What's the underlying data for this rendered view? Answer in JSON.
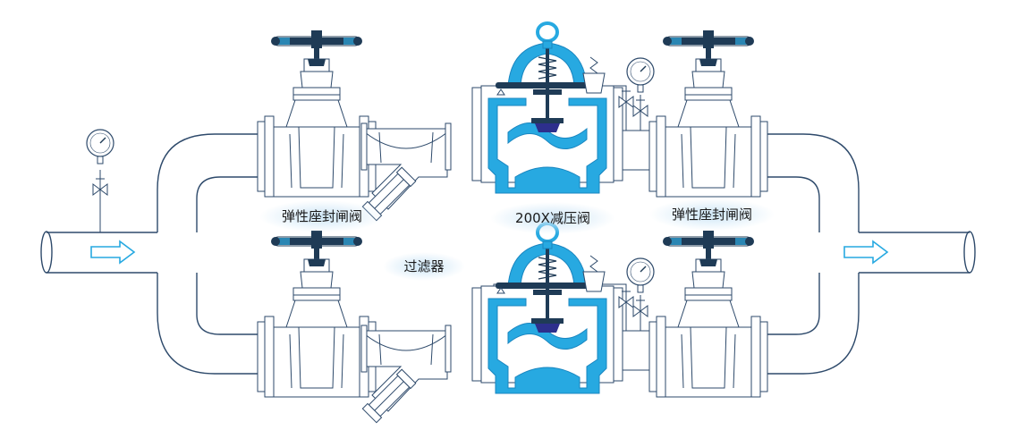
{
  "labels": {
    "gate_valve_left": "弹性座封闸阀",
    "pressure_reducing_valve": "200X减压阀",
    "gate_valve_right": "弹性座封闸阀",
    "strainer": "过滤器"
  },
  "colors": {
    "pipe_outline": "#2e4a6b",
    "valve_body_blue": "#27a9e1",
    "flow_arrow_inlet": "#27a9e1",
    "flow_arrow_strainer": "#e03a2f",
    "label_glow": "#cde6f7"
  },
  "icons": {
    "handwheel": "handwheel-icon",
    "gauge": "pressure-gauge-icon",
    "needle_valve": "needle-valve-icon",
    "flow_arrow": "flow-arrow-icon"
  }
}
